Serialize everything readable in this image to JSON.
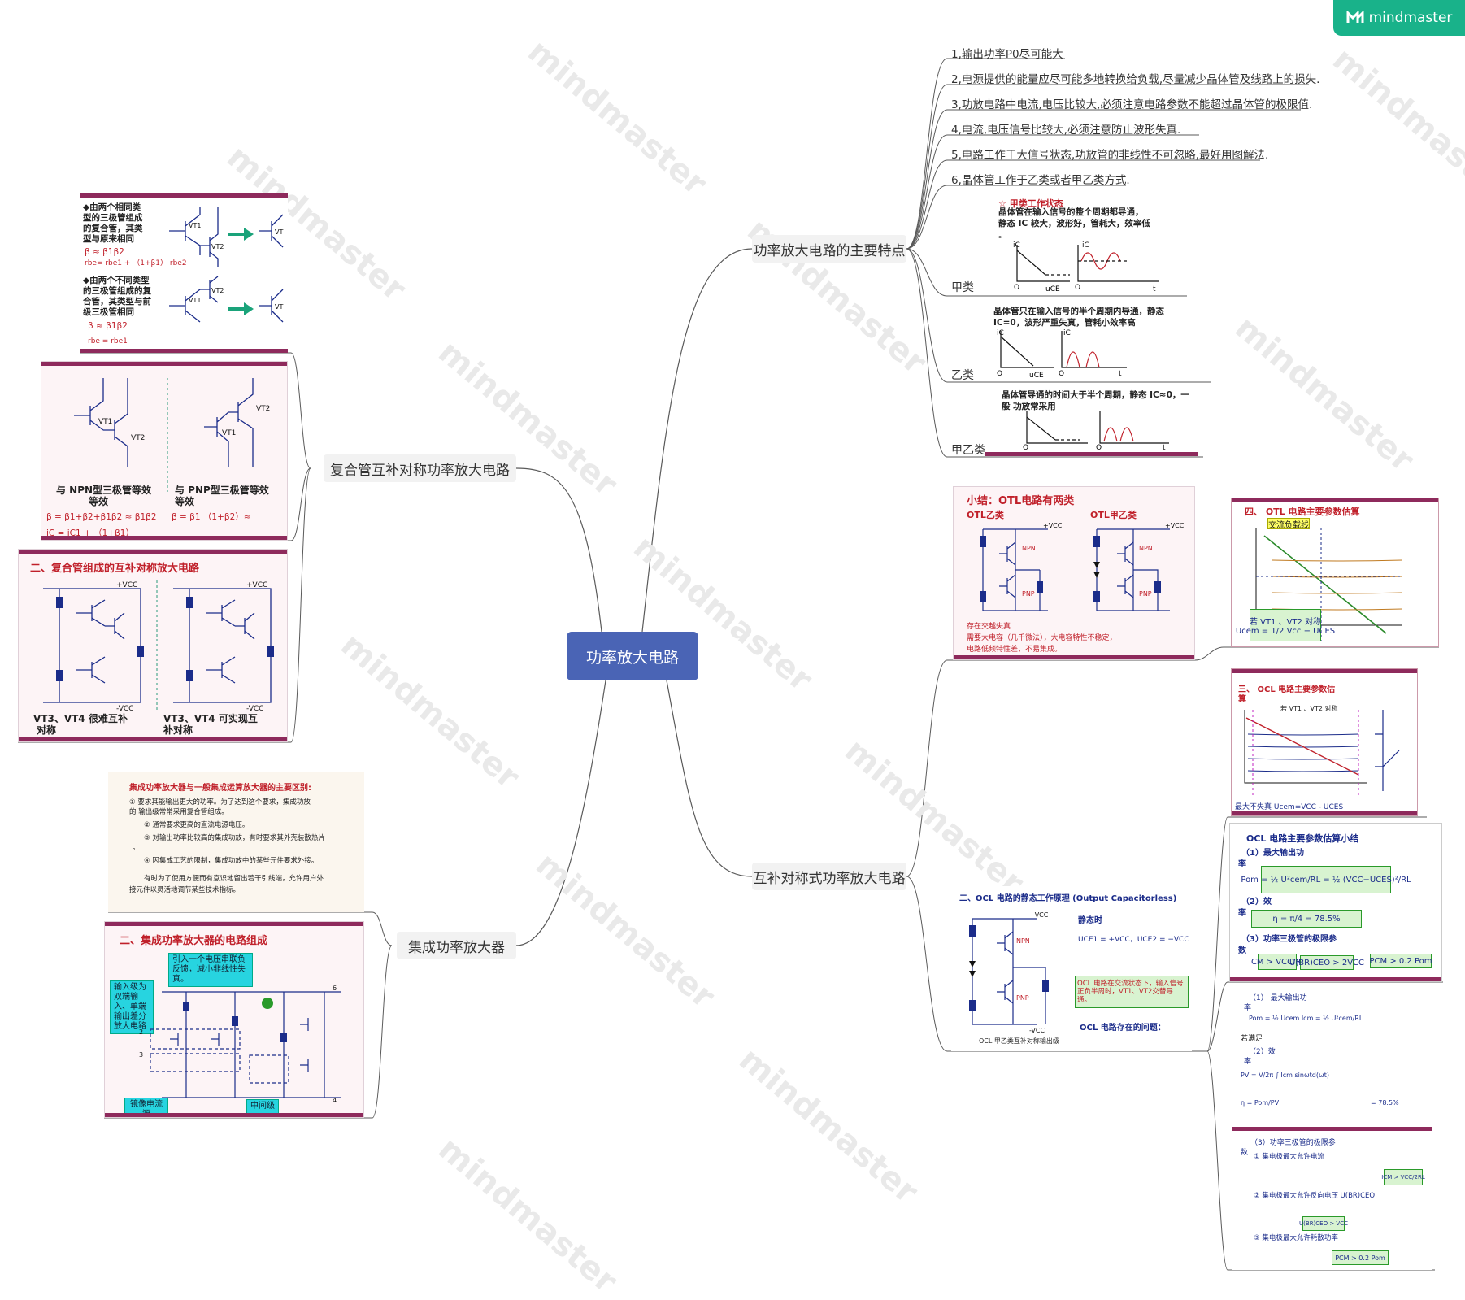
{
  "brand": {
    "name": "mindmaster",
    "icon": "mindmaster-logo-icon",
    "color": "#19b28a"
  },
  "watermark_text": "mindmaster",
  "root": {
    "label": "功率放大电路",
    "color": "#4a64b5"
  },
  "branches": {
    "features": {
      "label": "功率放大电路的主要特点",
      "items": [
        "1,输出功率P0尽可能大",
        "2,电源提供的能量应尽可能多地转换给负载,尽量减少晶体管及线路上的损失.",
        "3,功放电路中电流,电压比较大,必须注意电路参数不能超过晶体管的极限值.",
        "4,电流,电压信号比较大,必须注意防止波形失真.",
        "5,电路工作于大信号状态,功放管的非线性不可忽略,最好用图解法.",
        "6,晶体管工作于乙类或者甲乙类方式."
      ],
      "classes": [
        {
          "label": "甲类",
          "title": "☆  甲类工作状态",
          "lines": [
            "晶体管在输入信号的整个周期都导通，",
            "静态 IC 较大，波形好，管耗大，效率低",
            "。"
          ]
        },
        {
          "label": "乙类",
          "lines": [
            "晶体管只在输入信号的半个周期内导通，静态",
            "IC=0，波形严重失真，管耗小效率高"
          ]
        },
        {
          "label": "甲乙类",
          "lines": [
            "晶体管导通的时间大于半个周期，静态 IC≈0，一",
            "般 功放常采用"
          ]
        }
      ]
    },
    "composite": {
      "label": "复合管互补对称功率放大电路",
      "card1": {
        "text1": [
          "◆由两个相同类",
          "型的三极管组成",
          "的复合管，其类",
          "型与原来相同"
        ],
        "f1": "β ≈ β1β2",
        "f2": "rbe= rbe1 + （1+β1） rbe2",
        "text2": [
          "◆由两个不同类型",
          "的三极管组成的复",
          "合管，其类型与前",
          "级三极管相同"
        ],
        "f3": "β ≈  β1β2",
        "f4": "rbe = rbe1"
      },
      "card2": {
        "left_label": [
          "与 NPN型三极管等效",
          "等效"
        ],
        "right_label": [
          "与 PNP型三极管等效",
          "等效"
        ],
        "left_formula": "β = β1+β2+β1β2 ≈ β1β2",
        "right_formula": "β = β1 （1+β2）≈",
        "left_bottom": "iC = iC1 + （1+β1）"
      },
      "card3": {
        "title": "二、复合管组成的互补对称放大电路",
        "left_caption": [
          "VT3、VT4 很难互补",
          "对称"
        ],
        "right_caption": [
          "VT3、VT4 可实现互",
          "补对称"
        ]
      }
    },
    "integrated": {
      "label": "集成功率放大器",
      "card1": {
        "title": "集成功率放大器与一般集成运算放大器的主要区别:",
        "items": [
          "①  要求其能输出更大的功率。为了达到这个要求，集成功放",
          "的      输出级常常采用复合管组成。",
          "②  通常要求更高的直流电源电压。",
          "③  对输出功率比较高的集成功放，有时要求其外壳装散热片",
          "。",
          "④  因集成工艺的限制，集成功放中的某些元件要求外接。",
          "有时为了使用方便而有意识地留出若干引线端，允许用户外",
          "接元件以灵活地调节某些技术指标。"
        ]
      },
      "card2": {
        "title": "二、集成功率放大器的电路组成",
        "callout1": "引入一个电压串联负反馈，减小非线性失真。",
        "callout2": "输入级为双端输入、单端输出差分放大电路",
        "callout3": "镜像电流源",
        "callout4": "中间级"
      }
    },
    "complementary": {
      "label": "互补对称式功率放大电路",
      "otl_summary": {
        "title": "小结：OTL电路有两类",
        "left": "OTL乙类",
        "right": "OTL甲乙类",
        "notes": [
          "存在交越失真",
          "需要大电容（几千微法），大电容特性不稳定，",
          "电路低频特性差，不易集成。"
        ]
      },
      "otl_params": {
        "title": "四、  OTL 电路主要参数估算",
        "line_label": "交流负载线",
        "cond": "若 VT1 、VT2 对称",
        "formula": "Ucem = 1/2 Vcc − UCES"
      },
      "ocl_params": {
        "title": "三、 OCL 电路主要参数估",
        "sub": "算",
        "cond": "若 VT1 、VT2 对称",
        "bottom": "最大不失真 Ucem=VCC - UCES"
      },
      "ocl_summary": {
        "title": "OCL 电路主要参数估算小结",
        "s1": "（1）最大输出功",
        "s1b": "率",
        "s2": "（2）效",
        "s2b": "率",
        "eta": "η = π/4 = 78.5%",
        "s3": "（3）功率三极管的极限参",
        "s3b": "数",
        "box1": "ICM > VCC/RL",
        "box2": "U(BR)CEO > 2VCC",
        "box3": "PCM > 0.2 Pom"
      },
      "ocl_circuit": {
        "title": "二、OCL 电路的静态工作原理 (Output Capacitorless)",
        "static": "静态时",
        "static_f": "UCE1 = +VCC，UCE2 = −VCC",
        "note": "OCL 电路在交流状态下，输入信号正负半周时，VT1、VT2交替导通。",
        "issue": "OCL 电路存在的问题：",
        "caption": "OCL 甲乙类互补对称输出级"
      },
      "ocl_detail": {
        "s1": "（1） 最大输出功",
        "s1b": "率",
        "cond": "若满足",
        "s2": "（2）效",
        "s2b": "率",
        "eta": "= 78.5%",
        "s3": "（3）功率三极管的极限参",
        "s3b": "数",
        "i1": "①  集电极最大允许电流",
        "i2": "②  集电极最大允许反向电压 U(BR)CEO",
        "i3": "③  集电极最大允许耗散功率",
        "box": "PCM > 0.2 Pom"
      }
    }
  }
}
